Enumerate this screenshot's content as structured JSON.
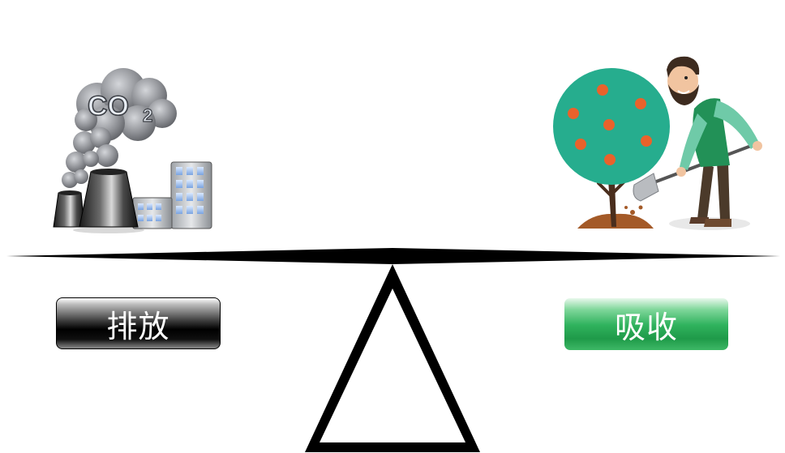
{
  "left": {
    "icon": "factory-co2-icon",
    "cloud_text": "CO",
    "cloud_subscript": "2",
    "label": "排放"
  },
  "right": {
    "icon": "person-planting-tree-icon",
    "label": "吸收"
  },
  "colors": {
    "beam": "#000000",
    "emission_button": "#000000",
    "absorption_button": "#22a552",
    "tree_canopy": "#26ad8e",
    "fruit": "#e9622b",
    "smoke": "#8d8f94"
  }
}
